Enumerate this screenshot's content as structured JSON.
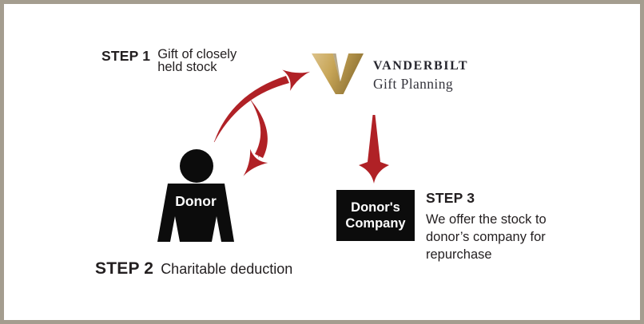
{
  "colors": {
    "arrow_red": "#b02126",
    "border_taupe": "#a49d8f",
    "ink_black": "#0c0c0c",
    "gold_light": "#dcc28a",
    "gold_mid": "#c8a658",
    "gold_dark": "#8e7233",
    "logo_ink": "#27272f",
    "text_ink": "#231f20"
  },
  "steps": {
    "step1": {
      "label": "STEP 1",
      "text": "Gift of closely held stock"
    },
    "step2": {
      "label": "STEP 2",
      "text": "Charitable deduction"
    },
    "step3": {
      "label": "STEP 3",
      "text": "We offer the stock to donor’s company for repurchase"
    }
  },
  "logo": {
    "wordmark": "VANDERBILT",
    "subtitle": "Gift Planning",
    "mark": "vanderbilt-v-gold"
  },
  "donor": {
    "label": "Donor"
  },
  "company": {
    "line1": "Donor's",
    "line2": "Company"
  },
  "arrows": {
    "gift_arrow": "donor-to-vanderbilt-curved",
    "deduction_arrow": "vanderbilt-to-donor-curved",
    "repurchase_arrow": "vanderbilt-to-company-straight"
  }
}
